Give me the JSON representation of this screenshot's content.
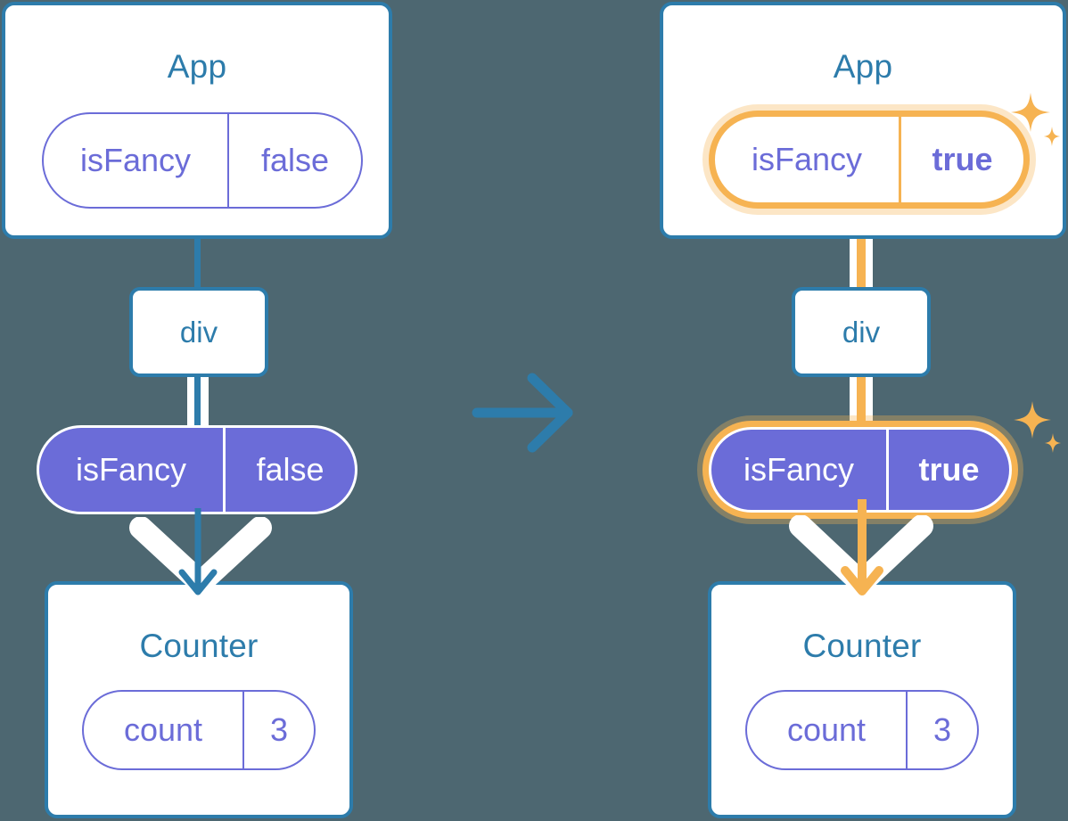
{
  "diagram": {
    "title": "react-state-propagation-diagram",
    "colors": {
      "background": "#4d6771",
      "box_border": "#2d7cab",
      "title_text": "#2d7cab",
      "pill_purple": "#6b6cd8",
      "highlight_orange": "#f6b352",
      "highlight_glow": "#fbe3be",
      "white": "#ffffff"
    },
    "transition_arrow": {
      "name": "right-arrow",
      "direction": "right",
      "color": "#2d7cab"
    },
    "panels": [
      {
        "id": "before",
        "app": {
          "title": "App",
          "state": {
            "key": "isFancy",
            "value": "false",
            "highlighted": false,
            "bold_value": false
          }
        },
        "div": {
          "label": "div"
        },
        "prop_pill": {
          "key": "isFancy",
          "value": "false",
          "highlighted": false,
          "bold_value": false
        },
        "counter": {
          "title": "Counter",
          "state": {
            "key": "count",
            "value": "3"
          }
        },
        "connector_color": "#2d7cab",
        "connector_inner_color": "#ccd0f2",
        "arrow_color": "#2d7cab"
      },
      {
        "id": "after",
        "app": {
          "title": "App",
          "state": {
            "key": "isFancy",
            "value": "true",
            "highlighted": true,
            "bold_value": true
          }
        },
        "div": {
          "label": "div"
        },
        "prop_pill": {
          "key": "isFancy",
          "value": "true",
          "highlighted": true,
          "bold_value": true
        },
        "counter": {
          "title": "Counter",
          "state": {
            "key": "count",
            "value": "3"
          }
        },
        "connector_color": "#f6b352",
        "connector_inner_color": "#fbe3be",
        "arrow_color": "#f6b352",
        "sparkles": [
          "sparkle-large",
          "sparkle-small"
        ]
      }
    ]
  }
}
